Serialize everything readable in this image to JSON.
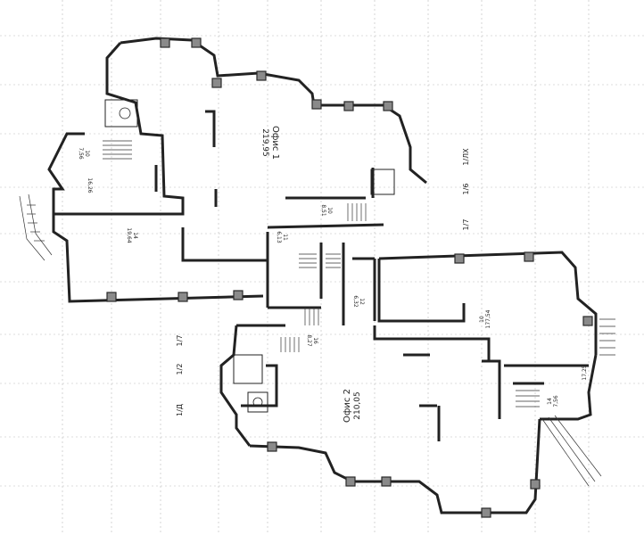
{
  "rooms": [
    {
      "id": "office-1",
      "title": "Офис 1",
      "area": "219,95"
    },
    {
      "id": "office-2",
      "title": "Офис 2",
      "area": "210,05"
    },
    {
      "id": "r-top-left-a",
      "title": "10",
      "area": "7,56"
    },
    {
      "id": "r-top-left-b",
      "title": "",
      "area": "16,26"
    },
    {
      "id": "r-top-left-c",
      "title": "14",
      "area": "19,64"
    },
    {
      "id": "r-mid-a",
      "title": "10",
      "area": "8,51"
    },
    {
      "id": "r-mid-b",
      "title": "11",
      "area": "6,13"
    },
    {
      "id": "r-mid-c",
      "title": "12",
      "area": "6,32"
    },
    {
      "id": "r-mid-d",
      "title": "16",
      "area": "8,27"
    },
    {
      "id": "r-right-a",
      "title": "10",
      "area": "177,54"
    },
    {
      "id": "r-right-b",
      "title": "",
      "area": "17,25"
    },
    {
      "id": "r-right-c",
      "title": "14",
      "area": "7,56"
    }
  ],
  "axes": [
    "1/ЛХ",
    "1/6",
    "1/7",
    "1/7",
    "1/2",
    "1/Д"
  ],
  "colors": {
    "wall": "#8a8a8a",
    "outline": "#2a2a2a",
    "grid": "#b9b9b9"
  }
}
